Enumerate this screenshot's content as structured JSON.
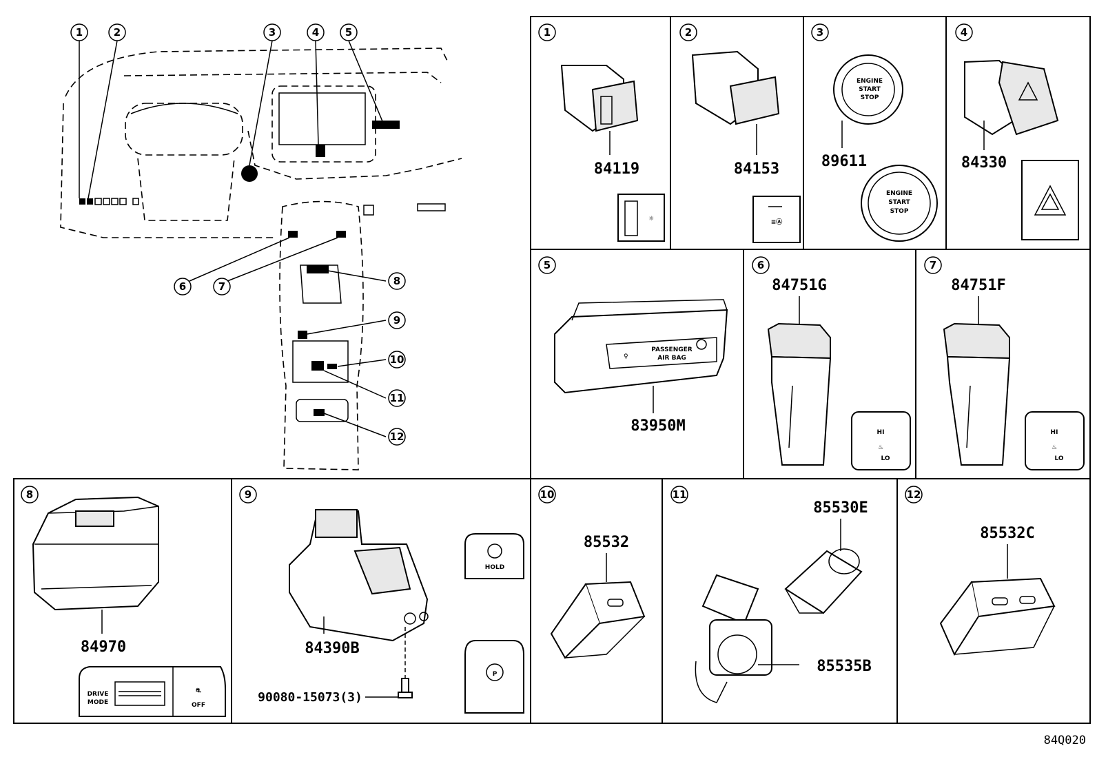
{
  "overview": {
    "callouts": [
      "1",
      "2",
      "3",
      "4",
      "5",
      "6",
      "7",
      "8",
      "9",
      "10",
      "11",
      "12"
    ]
  },
  "panels": [
    {
      "num": "1",
      "part": "84119"
    },
    {
      "num": "2",
      "part": "84153"
    },
    {
      "num": "3",
      "part": "89611",
      "button_text": [
        "ENGINE",
        "START",
        "STOP"
      ]
    },
    {
      "num": "4",
      "part": "84330"
    },
    {
      "num": "5",
      "part": "83950M",
      "label_text": [
        "PASSENGER",
        "AIR BAG"
      ]
    },
    {
      "num": "6",
      "part": "84751G",
      "switch_text": [
        "HI",
        "LO"
      ]
    },
    {
      "num": "7",
      "part": "84751F",
      "switch_text": [
        "HI",
        "LO"
      ]
    },
    {
      "num": "8",
      "part": "84970",
      "switch_text": [
        "DRIVE",
        "MODE",
        "OFF"
      ]
    },
    {
      "num": "9",
      "part": "84390B",
      "bolt": "90080-15073(3)",
      "switch_text": [
        "HOLD"
      ]
    },
    {
      "num": "10",
      "part": "85532"
    },
    {
      "num": "11",
      "parts": [
        "85530E",
        "85535B"
      ]
    },
    {
      "num": "12",
      "part": "85532C"
    }
  ],
  "figure_code": "84Q020"
}
